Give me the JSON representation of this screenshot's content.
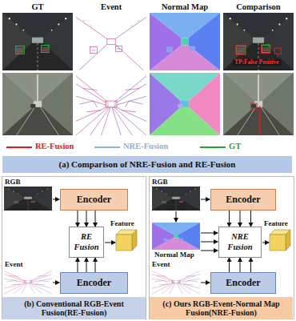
{
  "diagram": {
    "nodes": [
      {
        "text": [
          "(a) Comparison of NRE-Fusion and RE-Fusion"
        ]
      },
      {
        "text": [
          "Encoder"
        ]
      },
      {
        "text": [
          "RE Fusion"
        ]
      },
      {
        "text": [
          "Encoder"
        ]
      },
      {
        "text": [
          "(b) Conventional RGB-Event Fusion(RE-Fusion)"
        ]
      },
      {
        "text": [
          "Encoder"
        ]
      },
      {
        "text": [
          "NRE Fusion"
        ]
      },
      {
        "text": [
          "Encoder"
        ]
      },
      {
        "text": [
          "(c) Ours RGB-Event-Normal Map Fusion(NRE-Fusion)"
        ]
      }
    ],
    "edges": [
      {
        "from": 1,
        "to": 2,
        "arrow": "to"
      },
      {
        "from": 1,
        "to": 2,
        "arrow": "to"
      },
      {
        "from": 1,
        "to": 2,
        "arrow": "to"
      },
      {
        "from": 3,
        "to": 2,
        "arrow": "to"
      },
      {
        "from": 3,
        "to": 2,
        "arrow": "to"
      },
      {
        "from": 3,
        "to": 2,
        "arrow": "to"
      },
      {
        "from": 5,
        "to": 6,
        "arrow": "to"
      },
      {
        "from": 5,
        "to": 6,
        "arrow": "to"
      },
      {
        "from": 5,
        "to": 6,
        "arrow": "to"
      },
      {
        "from": 7,
        "to": 6,
        "arrow": "to"
      },
      {
        "from": 7,
        "to": 6,
        "arrow": "to"
      },
      {
        "from": 7,
        "to": 6,
        "arrow": "to"
      }
    ],
    "labels": [
      "GT",
      "Event",
      "Normal Map",
      "Comparison",
      "TP:False Positive",
      "RGB",
      "Feature",
      "Event",
      "RGB",
      "Normal Map",
      "Feature",
      "Event"
    ],
    "legend": [
      {
        "text": "RE-Fusion"
      },
      {
        "text": "NRE-Fusion"
      },
      {
        "text": "GT"
      }
    ]
  }
}
